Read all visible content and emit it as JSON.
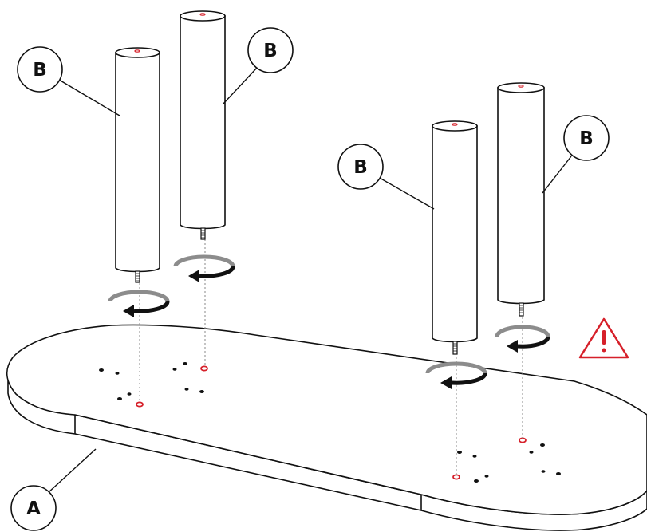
{
  "diagram": {
    "callouts": [
      {
        "id": "leg-1",
        "letter": "B"
      },
      {
        "id": "leg-2",
        "letter": "B"
      },
      {
        "id": "leg-3",
        "letter": "B"
      },
      {
        "id": "leg-4",
        "letter": "B"
      },
      {
        "id": "tabletop",
        "letter": "A"
      }
    ],
    "parts": {
      "tabletop": "A",
      "legs": "B",
      "leg_count": 4
    },
    "colors": {
      "outline": "#111111",
      "hole_highlight": "#d6202a",
      "warning": "#d6202a",
      "arrow_light": "#8c8c8c",
      "arrow_dark": "#111111"
    },
    "icons": {
      "warning": "warning-triangle-icon",
      "rotation": "rotate-arrow-icon"
    }
  }
}
